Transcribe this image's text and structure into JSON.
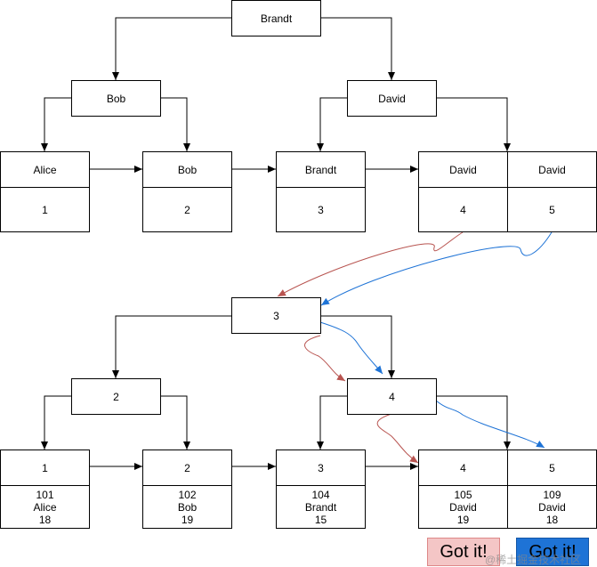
{
  "top_tree": {
    "root": "Brandt",
    "internal": [
      "Bob",
      "David"
    ],
    "leaves": [
      {
        "key": "Alice",
        "value": "1"
      },
      {
        "key": "Bob",
        "value": "2"
      },
      {
        "key": "Brandt",
        "value": "3"
      },
      {
        "key": "David",
        "value": "4"
      },
      {
        "key": "David",
        "value": "5"
      }
    ]
  },
  "bottom_tree": {
    "root": "3",
    "internal": [
      "2",
      "4"
    ],
    "leaves": [
      {
        "key": "1",
        "id": "101",
        "name": "Alice",
        "age": "18"
      },
      {
        "key": "2",
        "id": "102",
        "name": "Bob",
        "age": "19"
      },
      {
        "key": "3",
        "id": "104",
        "name": "Brandt",
        "age": "15"
      },
      {
        "key": "4",
        "id": "105",
        "name": "David",
        "age": "19"
      },
      {
        "key": "5",
        "id": "109",
        "name": "David",
        "age": "18"
      }
    ]
  },
  "colors": {
    "red_path": "#b85450",
    "blue_path": "#1e73d6",
    "button_a": "#f4c6c6",
    "button_b": "#1e73d6"
  },
  "buttons": {
    "a": "Got it!",
    "b": "Got it!"
  },
  "watermark": "@稀土掘金技术社区"
}
